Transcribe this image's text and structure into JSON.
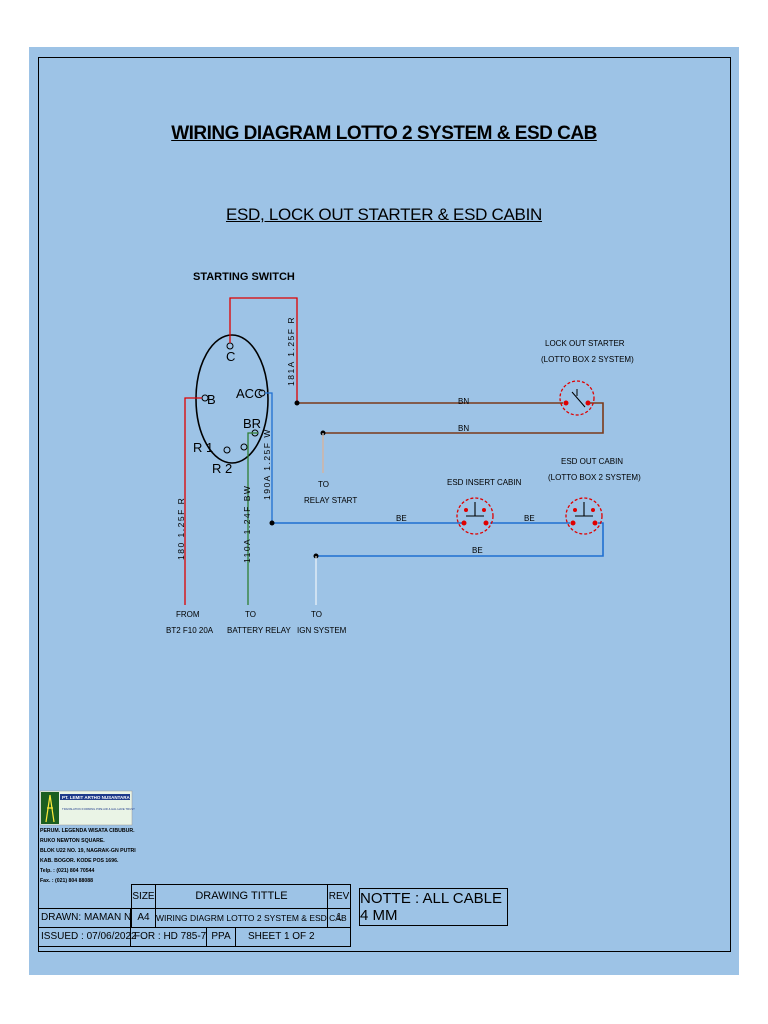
{
  "title": "WIRING DIAGRAM LOTTO 2 SYSTEM & ESD CAB",
  "subtitle": "ESD, LOCK OUT STARTER & ESD CABIN",
  "starting_switch": {
    "label": "STARTING SWITCH",
    "terminals": [
      "C",
      "B",
      "ACC",
      "BR",
      "R 1",
      "R 2"
    ]
  },
  "wire_codes": {
    "c_wire": "181A 1.25F R",
    "b_wire": "180 1.25F R",
    "acc_wire": "190A 1.25F W",
    "br_wire": "110A 1.24F BW"
  },
  "wire_colors": {
    "bn": "BN",
    "be": "BE"
  },
  "components": {
    "lock_out_starter": [
      "LOCK OUT STARTER",
      "(LOTTO BOX 2 SYSTEM)"
    ],
    "esd_insert_cabin": "ESD INSERT CABIN",
    "esd_out_cabin": [
      "ESD OUT CABIN",
      "(LOTTO BOX 2 SYSTEM)"
    ]
  },
  "destinations": {
    "relay_start": [
      "TO",
      "RELAY START"
    ],
    "from_bt2": [
      "FROM",
      "BT2 F10 20A"
    ],
    "battery_relay": [
      "TO",
      "BATTERY RELAY"
    ],
    "ign_system": [
      "TO",
      "IGN SYSTEM"
    ]
  },
  "company": {
    "name": "PT. LEMIT ARTHO NUSANTARA",
    "tagline": "TRANSLATION FORMING PIPE AIR & HAL HAVE TRUST",
    "address": [
      "PERUM. LEGENDA WISATA CIBUBUR.",
      "RUKO NEWTON SQUARE.",
      "BLOK U22 NO. 19, NAGRAK-GN PUTRI",
      "KAB. BOGOR. KODE POS 1696.",
      "Telp.  : (021) 804 70544",
      "Fax.   : (021) 804 88088"
    ]
  },
  "title_block": {
    "drawn": "DRAWN:   MAMAN N",
    "issued": "ISSUED  :  07/06/2022",
    "size_label": "SIZE",
    "size_value": "A4",
    "drawing_title_label": "DRAWING TITTLE",
    "drawing_title": "WIRING DIAGRM LOTTO 2 SYSTEM & ESD CAB",
    "rev_label": "REV",
    "rev_value": "1",
    "for": "FOR : HD 785-7",
    "ppa": "PPA",
    "sheet": "SHEET    1   OF   2"
  },
  "note": "NOTTE : ALL CABLE 4 MM",
  "colors": {
    "background": "#9dc3e6",
    "red_wire": "#e00000",
    "brown_wire": "#7b3a1a",
    "blue_wire": "#1f6fd1",
    "green_wire": "#2e7d32"
  }
}
